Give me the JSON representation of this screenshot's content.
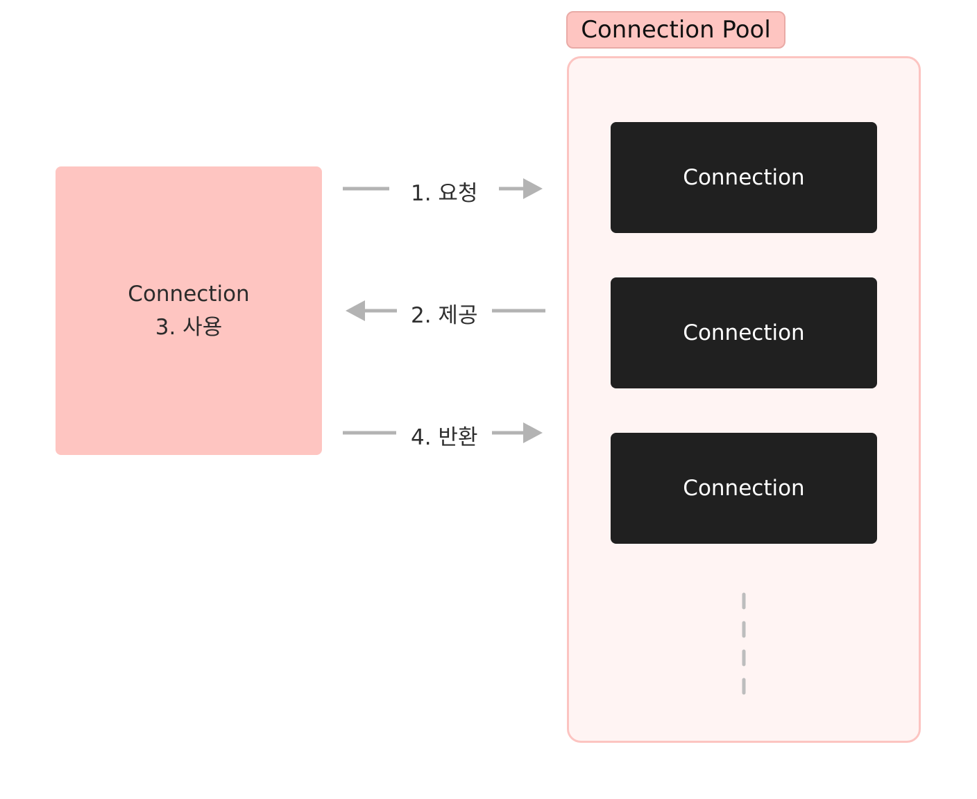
{
  "pool": {
    "title": "Connection Pool"
  },
  "client": {
    "line1": "Connection",
    "line2": "3. 사용"
  },
  "connections": [
    "Connection",
    "Connection",
    "Connection"
  ],
  "steps": {
    "request": "1.  요청",
    "provide": "2. 제공",
    "return": "4. 반환"
  },
  "colors": {
    "client_fill": "#fec5c1",
    "pool_fill": "#fff4f3",
    "pool_border": "#fcc4c1",
    "connection_fill": "#202020",
    "arrow": "#b3b3b3",
    "dashed": "#bdbdbd"
  }
}
